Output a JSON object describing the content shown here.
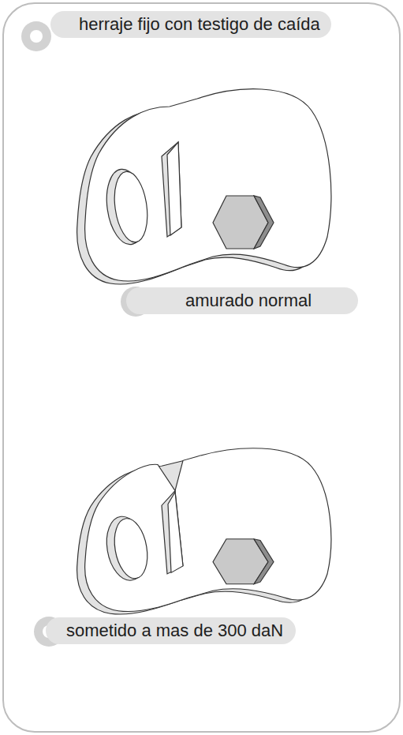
{
  "diagram": {
    "nodes": [
      {
        "text": [
          "herraje fijo con testigo de caída"
        ]
      },
      {
        "text": [
          "amurado normal"
        ]
      },
      {
        "text": [
          "sometido a mas de 300 daN"
        ]
      }
    ]
  }
}
